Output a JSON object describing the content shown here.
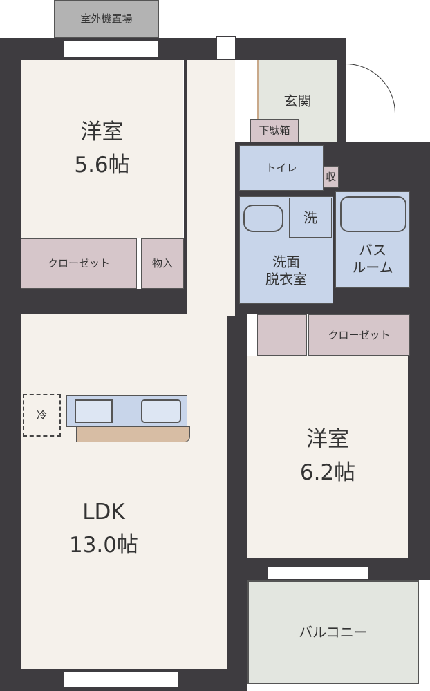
{
  "rooms": {
    "outdoor_unit": "室外機置場",
    "western_room_1": {
      "name": "洋室",
      "size": "5.6帖"
    },
    "closet_1": "クローゼット",
    "storage": "物入",
    "entrance": "玄関",
    "shoe_box": "下駄箱",
    "toilet": "トイレ",
    "toilet_storage": "収",
    "washer": "洗",
    "washroom": "洗面\n脱衣室",
    "bathroom": "バス\nルーム",
    "closet_2": "クローゼット",
    "fridge": "冷",
    "ldk": {
      "name": "LDK",
      "size": "13.0帖"
    },
    "western_room_2": {
      "name": "洋室",
      "size": "6.2帖"
    },
    "balcony": "バルコニー"
  },
  "colors": {
    "wall": "#3e3c40",
    "floor": "#f5f1eb",
    "wet": "#c8d5ea",
    "closet": "#d6c6ca",
    "entrance": "#e4e7e0"
  }
}
